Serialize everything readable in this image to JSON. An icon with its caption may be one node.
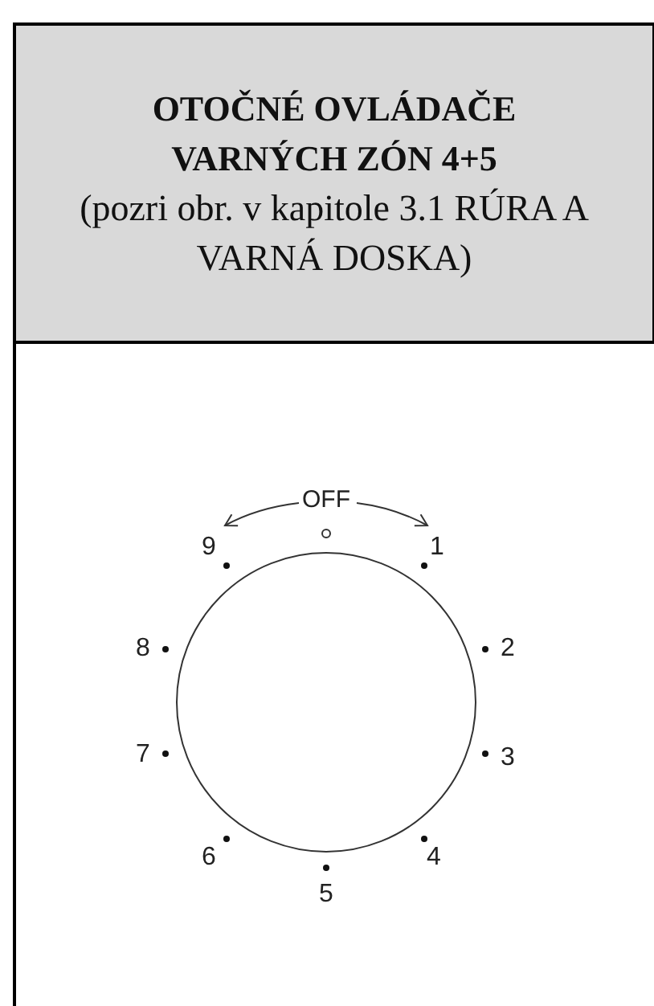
{
  "diagram": {
    "nodes": [
      {
        "text": [
          "OTOČNÉ OVLÁDAČE VARNÝCH ZÓN 4+5",
          "(pozri obr. v kapitole 3.1 RÚRA A VARNÁ DOSKA)"
        ]
      }
    ],
    "labels": [
      "OFF",
      "9",
      "1",
      "8",
      "2",
      "7",
      "3",
      "6",
      "4",
      "5"
    ]
  }
}
